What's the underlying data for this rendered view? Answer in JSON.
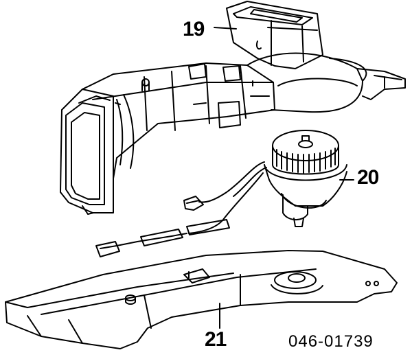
{
  "callouts": {
    "part19": "19",
    "part20": "20",
    "part21": "21"
  },
  "diagram_code": "046-01739",
  "colors": {
    "line": "#000000",
    "background": "#ffffff"
  }
}
